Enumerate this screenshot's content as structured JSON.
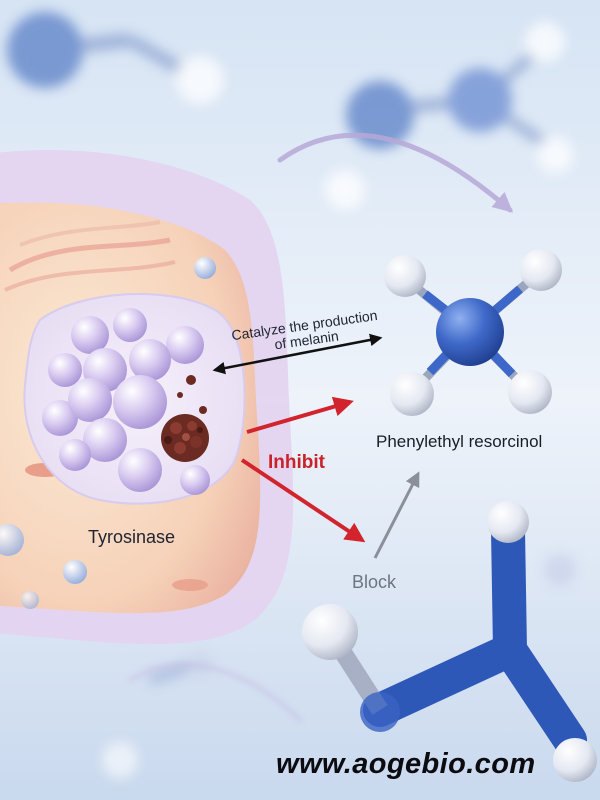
{
  "labels": {
    "catalyze_line1": "Catalyze the production",
    "catalyze_line2": "of melanin",
    "inhibit": "Inhibit",
    "compound": "Phenylethyl resorcinol",
    "enzyme": "Tyrosinase",
    "block": "Block",
    "website": "www.aogebio.com"
  },
  "colors": {
    "inhibit_arrow": "#d1242c",
    "catalyze_arrow": "#111111",
    "block_arrow": "#8a8f98",
    "molecule_core": "#3d67c8",
    "molecule_atom": "#e7eaf2",
    "melanin": "#6b2a22"
  }
}
